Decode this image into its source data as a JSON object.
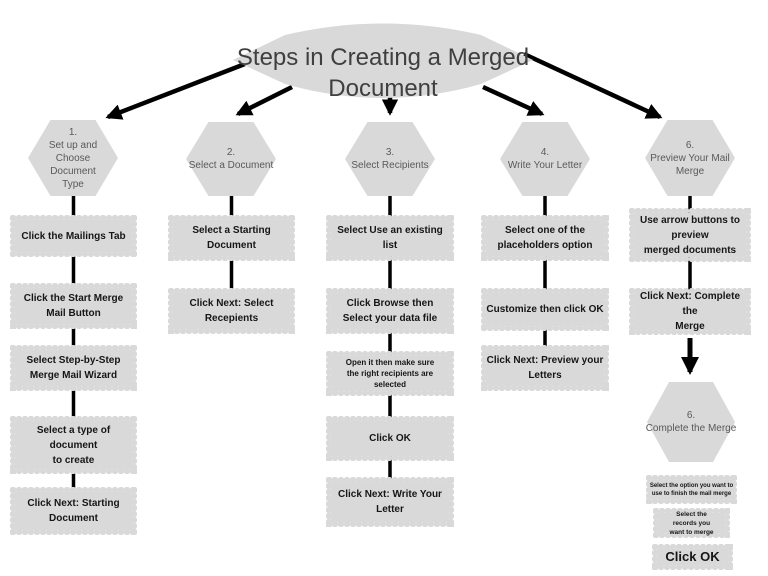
{
  "title": "Steps in Creating a Merged\nDocument",
  "colors": {
    "shape_fill": "#d9d9d9",
    "box_text": "#161616",
    "hex_text": "#595959",
    "title_text": "#3f3f3f",
    "connector": "#000000",
    "background": "#ffffff"
  },
  "columns": [
    {
      "hex": "1.\nSet up and\nChoose\nDocument\nType",
      "boxes": [
        "Click the Mailings Tab",
        "Click the Start Merge\nMail Button",
        "Select Step-by-Step\nMerge Mail Wizard",
        "Select a type of\ndocument\nto create",
        "Click Next: Starting\nDocument"
      ]
    },
    {
      "hex": "2.\nSelect a Document",
      "boxes": [
        "Select a Starting\nDocument",
        "Click Next: Select\nRecepients"
      ]
    },
    {
      "hex": "3.\nSelect Recipients",
      "boxes": [
        "Select Use an existing\nlist",
        "Click Browse then\nSelect your data file",
        "Open it then make sure\nthe right recipients are\nselected",
        "Click OK",
        "Click Next: Write Your\nLetter"
      ]
    },
    {
      "hex": "4.\nWrite Your Letter",
      "boxes": [
        "Select one of the\nplaceholders option",
        "Customize then click OK",
        "Click Next: Preview your\nLetters"
      ]
    },
    {
      "hex": "6.\nPreview Your Mail\nMerge",
      "boxes": [
        "Use arrow buttons to\npreview\nmerged documents",
        "Click Next: Complete the\nMerge"
      ]
    }
  ],
  "final": {
    "hex": "6.\nComplete the Merge",
    "boxes": [
      "Select the option you want to\nuse to finish the mail merge",
      "Select the\nrecords you\nwant to merge",
      "Click OK"
    ]
  }
}
